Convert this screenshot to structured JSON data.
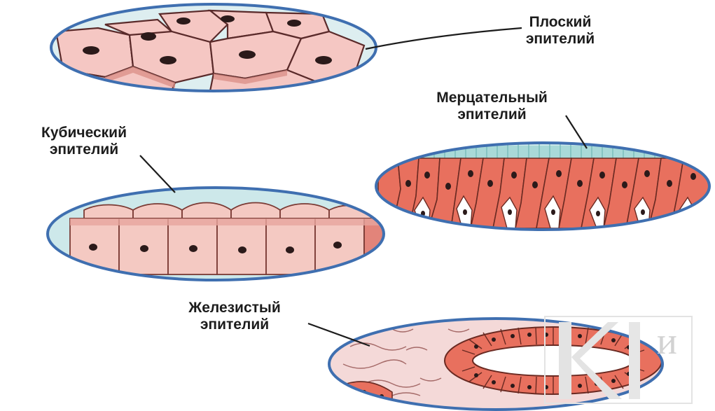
{
  "labels": {
    "flat": {
      "line1": "Плоский",
      "line2": "эпителий"
    },
    "ciliated": {
      "line1": "Мерцательный",
      "line2": "эпителий"
    },
    "cubic": {
      "line1": "Кубический",
      "line2": "эпителий"
    },
    "glandular": {
      "line1": "Железистый",
      "line2": "эпителий"
    }
  },
  "watermark": {
    "letter": "и"
  },
  "colors": {
    "outline": "#3f6fb0",
    "cell_pink": "#f5c7c3",
    "cell_red": "#e8705e",
    "nucleus": "#2b1a1a",
    "cilia": "#a9d9d8"
  }
}
